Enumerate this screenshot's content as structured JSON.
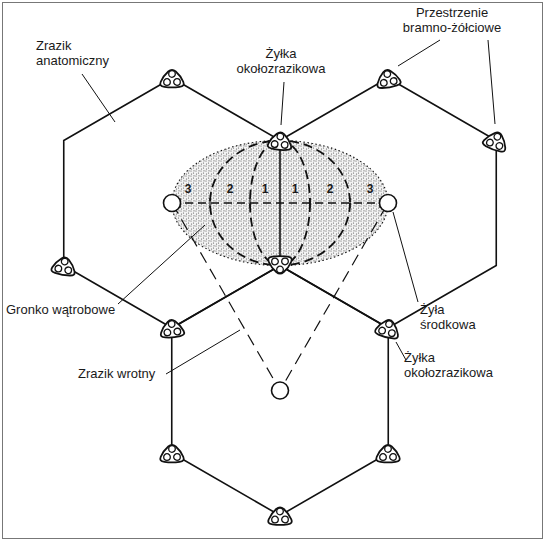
{
  "diagram": {
    "labels": [
      "Przestrzenie bramno-żółciowe",
      "Zrazik anatomiczny",
      "Żyłka okołozrazikowa",
      "3",
      "2",
      "1",
      "1",
      "2",
      "3",
      "Gronko wątrobowe",
      "Żyła środkowa",
      "Zrazik wrotny",
      "Żyłka okołozrazikowa"
    ]
  }
}
